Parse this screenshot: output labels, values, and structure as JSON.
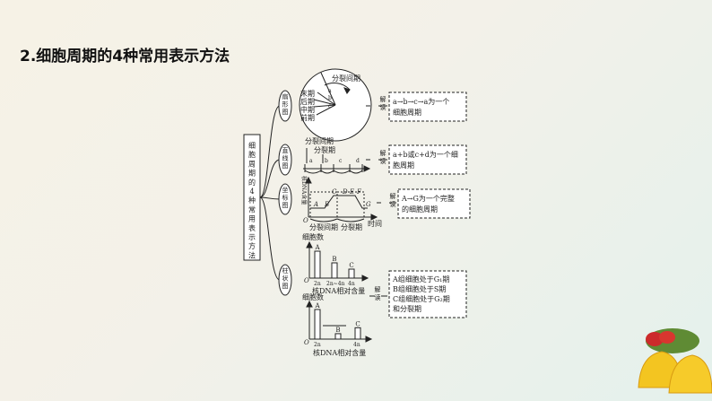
{
  "title": "2.细胞周期的4种常用表示方法",
  "root_label": "细胞周期的4种常用表示方法",
  "methods": [
    {
      "name": "扇形图",
      "phase_labels": [
        "末期",
        "后期",
        "中期",
        "前期"
      ],
      "division_label": "分裂间期",
      "letters": [
        "a",
        "b",
        "c",
        "d"
      ],
      "explain_label": "解读",
      "text": [
        "a→b→c→a为一个",
        "细胞周期"
      ]
    },
    {
      "name": "直线图",
      "division_label": "分裂间期",
      "interphase_label": "分裂期",
      "letters": [
        "a",
        "b",
        "c",
        "d"
      ],
      "explain_label": "解读",
      "text": [
        "a+b或c+d为一个细",
        "胞周期"
      ]
    },
    {
      "name": "坐标图",
      "y_label": "核DNA含量",
      "points": [
        "A",
        "B",
        "C",
        "D",
        "E",
        "F",
        "G"
      ],
      "origin": "O",
      "x_label": "时间",
      "segment_labels": [
        "分裂间期",
        "分裂期"
      ],
      "explain_label": "解读",
      "text": [
        "A→G为一个完整",
        "的细胞周期"
      ]
    },
    {
      "name": "柱状图",
      "chart1": {
        "y_label": "细胞数",
        "x_label": "核DNA相对含量",
        "ticks": [
          "2n",
          "2n~4n",
          "4n"
        ],
        "bars": [
          "A",
          "B",
          "C"
        ],
        "origin": "O",
        "values": [
          3,
          1.7,
          1
        ]
      },
      "chart2": {
        "y_label": "细胞数",
        "x_label": "核DNA相对含量",
        "ticks": [
          "2n",
          "4n"
        ],
        "bars": [
          "A",
          "B",
          "C"
        ],
        "origin": "O",
        "values": [
          3,
          0.55,
          1.15
        ]
      },
      "explain_label": "解读",
      "text": [
        "A组细胞处于G₁期",
        "B组细胞处于S期",
        "C组细胞处于G₂期",
        "和分裂期"
      ]
    }
  ]
}
